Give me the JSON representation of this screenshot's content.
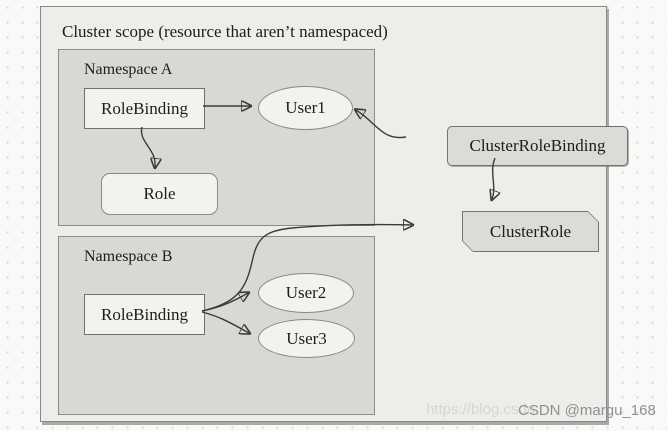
{
  "diagram_title": "Cluster scope (resource that aren’t namespaced)",
  "nodes": {
    "namespace_a": {
      "label": "Namespace A"
    },
    "rolebinding_a": {
      "label": "RoleBinding"
    },
    "role": {
      "label": "Role"
    },
    "user1": {
      "label": "User1"
    },
    "namespace_b": {
      "label": "Namespace B"
    },
    "rolebinding_b": {
      "label": "RoleBinding"
    },
    "user2": {
      "label": "User2"
    },
    "user3": {
      "label": "User3"
    },
    "cluster_role_binding": {
      "label": "ClusterRoleBinding"
    },
    "cluster_role": {
      "label": "ClusterRole"
    }
  },
  "edges": [
    {
      "from": "RoleBinding (Namespace A)",
      "to": "User1"
    },
    {
      "from": "RoleBinding (Namespace A)",
      "to": "Role"
    },
    {
      "from": "ClusterRoleBinding",
      "to": "User1"
    },
    {
      "from": "ClusterRoleBinding",
      "to": "ClusterRole"
    },
    {
      "from": "RoleBinding (Namespace B)",
      "to": "User2"
    },
    {
      "from": "RoleBinding (Namespace B)",
      "to": "User3"
    },
    {
      "from": "RoleBinding (Namespace B)",
      "to": "ClusterRole"
    }
  ],
  "watermark": {
    "light_text": "https://blog.csdn",
    "dark_text": "CSDN @margu_168"
  },
  "colors": {
    "page_bg": "#f9f9f7",
    "grid_dot": "#b9c0e0",
    "outer_fill": "#ededea",
    "namespace_fill": "#d8d9d5",
    "node_fill": "#f2f2ef",
    "cluster_node_fill": "#dbdbd7",
    "border_dark": "#6e7071",
    "border_mid": "#8a8c8d",
    "arrow": "#3a3a3a",
    "text": "#1d1d1b",
    "watermark_light": "#d5d5d2",
    "watermark_dark": "#8f9092"
  }
}
